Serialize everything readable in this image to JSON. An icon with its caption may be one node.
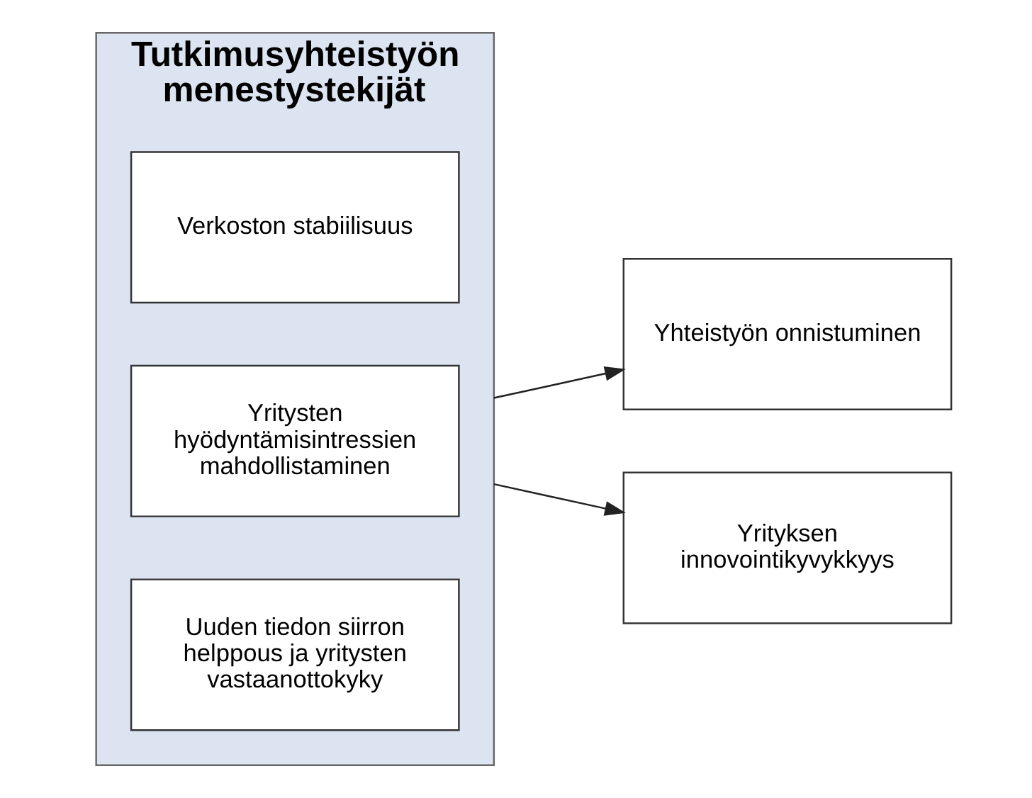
{
  "diagram": {
    "nodes": [
      {
        "text": [
          "Tutkimusyhteistyön menestystekijät"
        ]
      },
      {
        "text": [
          "Uuden tiedon siirron helppous ja yritysten vastaanottokyky"
        ],
        "in": 0
      },
      {
        "text": [
          "Yritysten hyödyntämisintressien mahdollistaminen"
        ],
        "in": 0
      },
      {
        "text": [
          "Verkoston stabiilisuus"
        ],
        "in": 0
      },
      {
        "text": [
          "Yhteistyön onnistuminen"
        ]
      },
      {
        "text": [
          "Yrityksen innovointikyvykkyys"
        ]
      }
    ],
    "edges": [
      {
        "from": 0,
        "to": 4,
        "arrow": "to"
      },
      {
        "from": 0,
        "to": 5,
        "arrow": "to"
      }
    ]
  }
}
